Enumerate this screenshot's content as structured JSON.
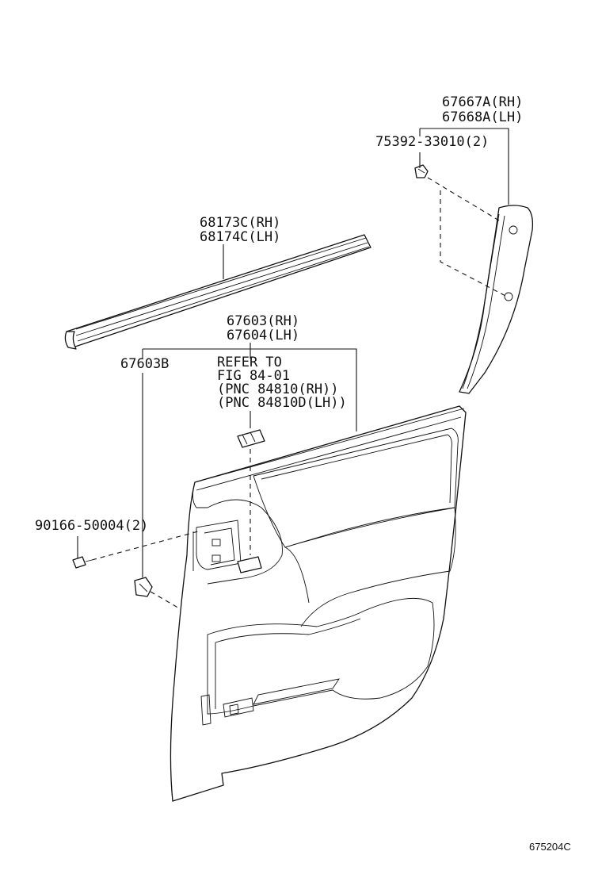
{
  "labels": {
    "p67667A": "67667A(RH)",
    "p67668A": "67668A(LH)",
    "p75392": "75392-33010(2)",
    "p68173C": "68173C(RH)",
    "p68174C": "68174C(LH)",
    "p67603": "67603(RH)",
    "p67604": "67604(LH)",
    "p67603B": "67603B",
    "refer1": "REFER TO",
    "refer2": "FIG 84-01",
    "refer3": "(PNC 84810(RH))",
    "refer4": "(PNC 84810D(LH))",
    "p90166": "90166-50004(2)",
    "figcode": "675204C"
  },
  "colors": {
    "line": "#111111",
    "background": "#ffffff"
  }
}
